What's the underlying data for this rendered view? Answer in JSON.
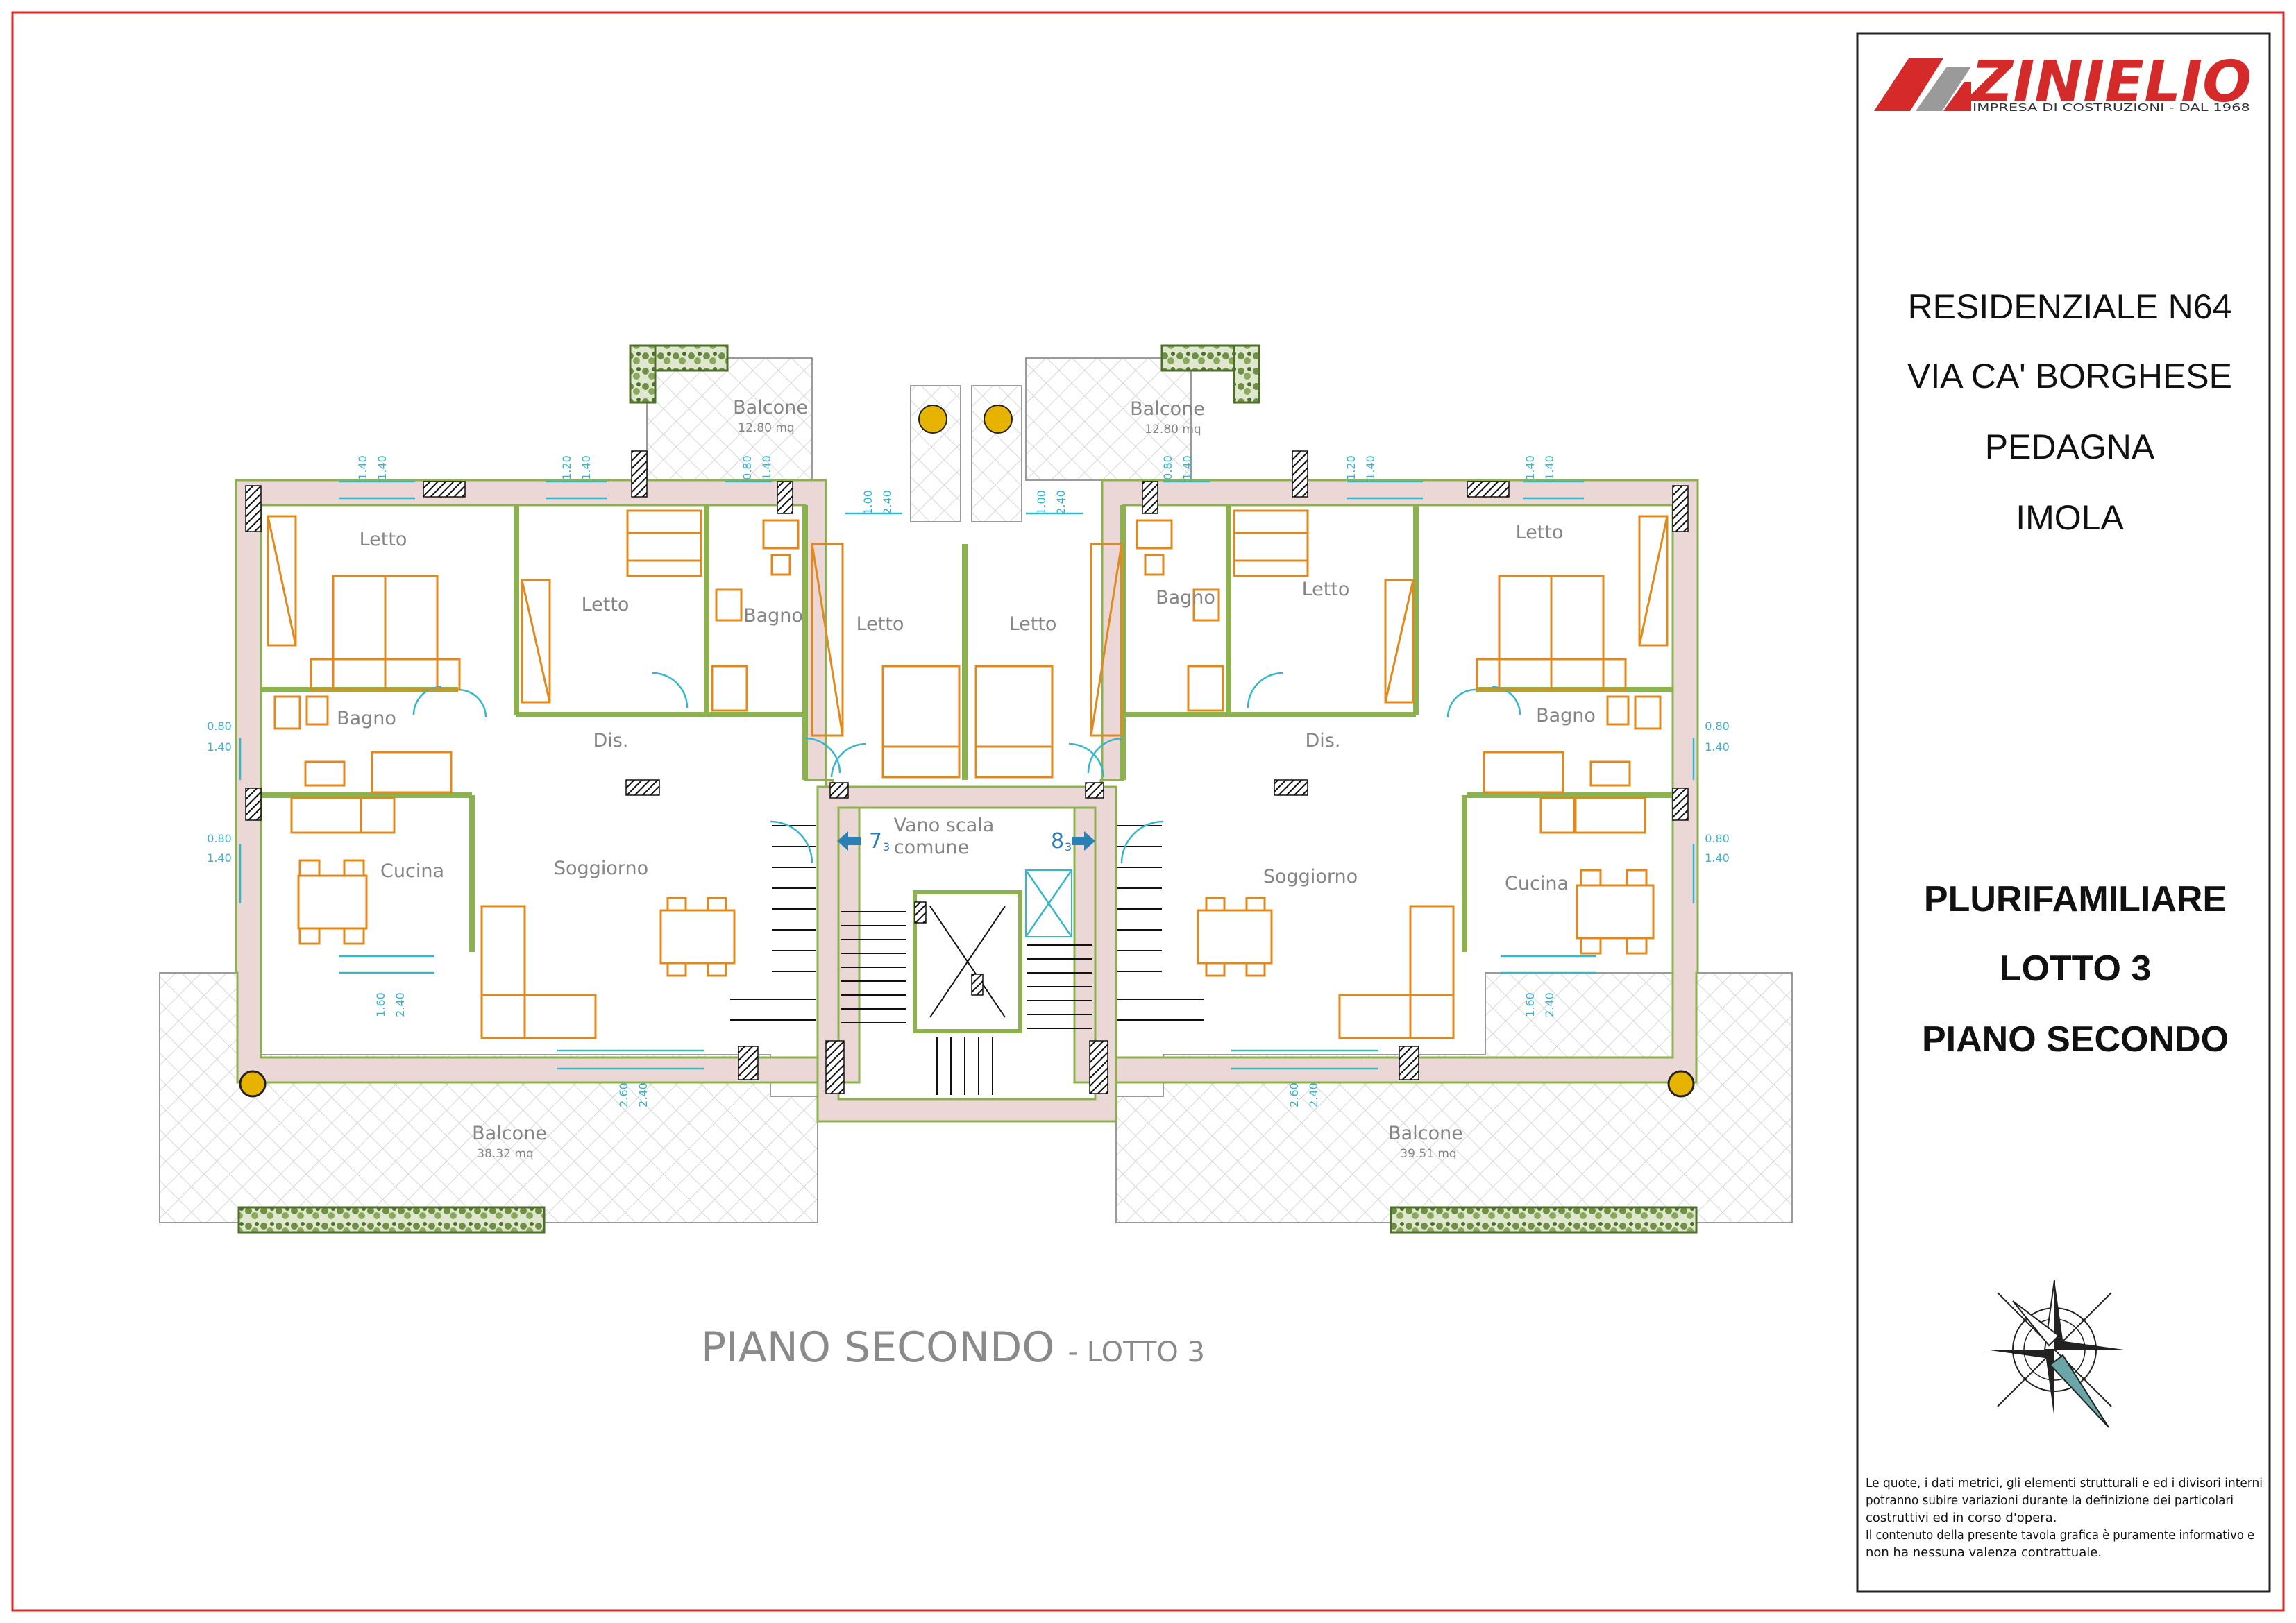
{
  "logo": {
    "brand": "ZINIELIO",
    "tagline": "IMPRESA DI COSTRUZIONI - DAL 1968"
  },
  "project": {
    "line1": "RESIDENZIALE  N64",
    "line2": "VIA CA' BORGHESE",
    "line3": "PEDAGNA",
    "line4": "IMOLA"
  },
  "sheet": {
    "type": "PLURIFAMILIARE",
    "lot": "LOTTO 3",
    "floor": "PIANO  SECONDO"
  },
  "caption": {
    "main": "PIANO SECONDO",
    "suffix": "- LOTTO 3"
  },
  "disclaimer": [
    "Le quote, i dati metrici, gli elementi strutturali e ed i divisori interni",
    "potranno subire variazioni durante la definizione dei particolari",
    "costruttivi ed in corso d'opera.",
    "Il contenuto della presente tavola grafica è puramente informativo e",
    "non ha nessuna valenza contrattuale."
  ],
  "rooms": {
    "balcone_top_left": {
      "name": "Balcone",
      "area": "12.80 mq"
    },
    "balcone_top_right": {
      "name": "Balcone",
      "area": "12.80 mq"
    },
    "balcone_bottom_left": {
      "name": "Balcone",
      "area": "38.32 mq"
    },
    "balcone_bottom_right": {
      "name": "Balcone",
      "area": "39.51 mq"
    },
    "letto": "Letto",
    "bagno": "Bagno",
    "dis": "Dis.",
    "cucina": "Cucina",
    "soggiorno": "Soggiorno",
    "vano_scala_line1": "Vano scala",
    "vano_scala_line2": "comune"
  },
  "units": {
    "left_number": "7",
    "left_sub": "3",
    "right_number": "8",
    "right_sub": "3"
  },
  "dimensions": {
    "d140": "1.40",
    "d120": "1.20",
    "d080": "0.80",
    "d100": "1.00",
    "d240": "2.40",
    "d160": "1.60",
    "d260": "2.60"
  },
  "colors": {
    "frame": "#d42a2a",
    "wall_fill": "#ecd7d7",
    "wall_edge": "#8bb24f",
    "fixtures": "#e08a1e",
    "dimensions": "#3ab3c6",
    "labels": "#858585",
    "logo_red": "#d42a2a"
  },
  "icons": {
    "compass": "compass-rose-icon",
    "logo_mark": "roof-chevron-logo-icon",
    "unit_arrow_left": "arrow-left-icon",
    "unit_arrow_right": "arrow-right-icon"
  }
}
